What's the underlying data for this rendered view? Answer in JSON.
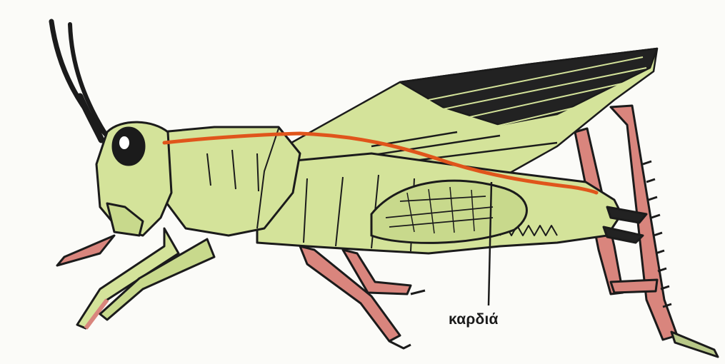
{
  "diagram": {
    "subject": "grasshopper",
    "labels": [
      {
        "id": "heart",
        "text": "καρδιά"
      }
    ]
  },
  "colors": {
    "body": "#d4e39a",
    "body_shadow": "#b9cc7c",
    "outline": "#1b1b1b",
    "leg": "#d9857d",
    "heart_vessel": "#e0551b",
    "wing_dark": "#222222",
    "background": "#fbfbf8"
  }
}
